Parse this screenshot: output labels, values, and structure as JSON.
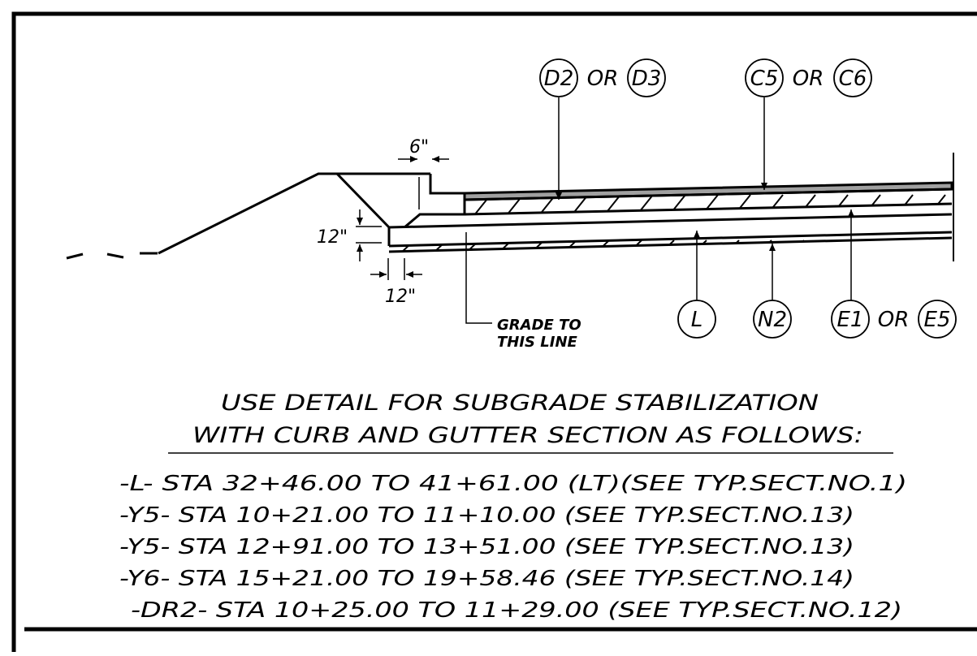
{
  "callouts": {
    "d2": "D2",
    "d3": "D3",
    "c5": "C5",
    "c6": "C6",
    "l": "L",
    "n2": "N2",
    "e1": "E1",
    "e5": "E5",
    "or": "OR"
  },
  "dimensions": {
    "curb_offset": "6\"",
    "vertical_depth": "12\"",
    "horizontal_extension": "12\""
  },
  "note": {
    "line1": "GRADE TO",
    "line2": "THIS LINE"
  },
  "heading": {
    "line1": "USE DETAIL FOR SUBGRADE STABILIZATION",
    "line2": "WITH CURB AND GUTTER SECTION AS FOLLOWS:"
  },
  "stations": [
    "-L- STA 32+46.00 TO 41+61.00 (LT)(SEE TYP.SECT.NO.1)",
    "-Y5- STA 10+21.00 TO 11+10.00 (SEE TYP.SECT.NO.13)",
    "-Y5- STA 12+91.00 TO 13+51.00 (SEE TYP.SECT.NO.13)",
    "-Y6- STA 15+21.00 TO 19+58.46 (SEE TYP.SECT.NO.14)",
    "-DR2- STA 10+25.00 TO 11+29.00 (SEE TYP.SECT.NO.12)"
  ],
  "colors": {
    "line": "#000000",
    "surface_layer": "#a0a0a0",
    "background": "#ffffff"
  }
}
